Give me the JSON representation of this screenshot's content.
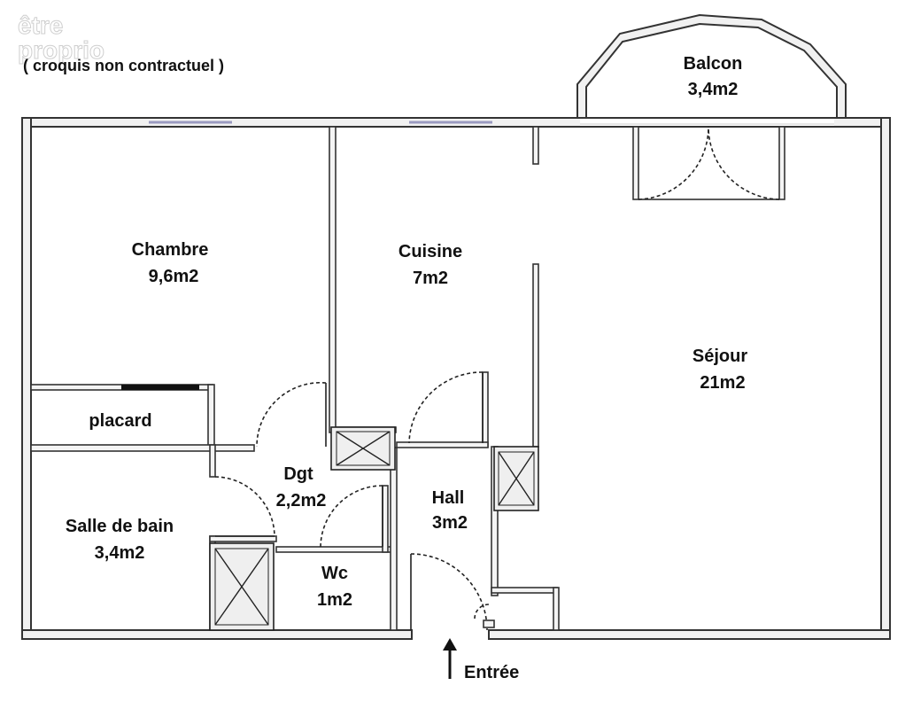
{
  "watermark": {
    "line1": "être",
    "line2": "proprio"
  },
  "note": "( croquis non contractuel )",
  "rooms": {
    "balcon": {
      "name": "Balcon",
      "area": "3,4m2"
    },
    "chambre": {
      "name": "Chambre",
      "area": "9,6m2"
    },
    "cuisine": {
      "name": "Cuisine",
      "area": "7m2"
    },
    "sejour": {
      "name": "Séjour",
      "area": "21m2"
    },
    "placard": {
      "name": "placard"
    },
    "dgt": {
      "name": "Dgt",
      "area": "2,2m2"
    },
    "hall": {
      "name": "Hall",
      "area": "3m2"
    },
    "salle_de_bain": {
      "name": "Salle de bain",
      "area": "3,4m2"
    },
    "wc": {
      "name": "Wc",
      "area": "1m2"
    }
  },
  "entry": {
    "label": "Entrée"
  },
  "icons": {
    "entry_arrow": "arrow-up-icon"
  }
}
